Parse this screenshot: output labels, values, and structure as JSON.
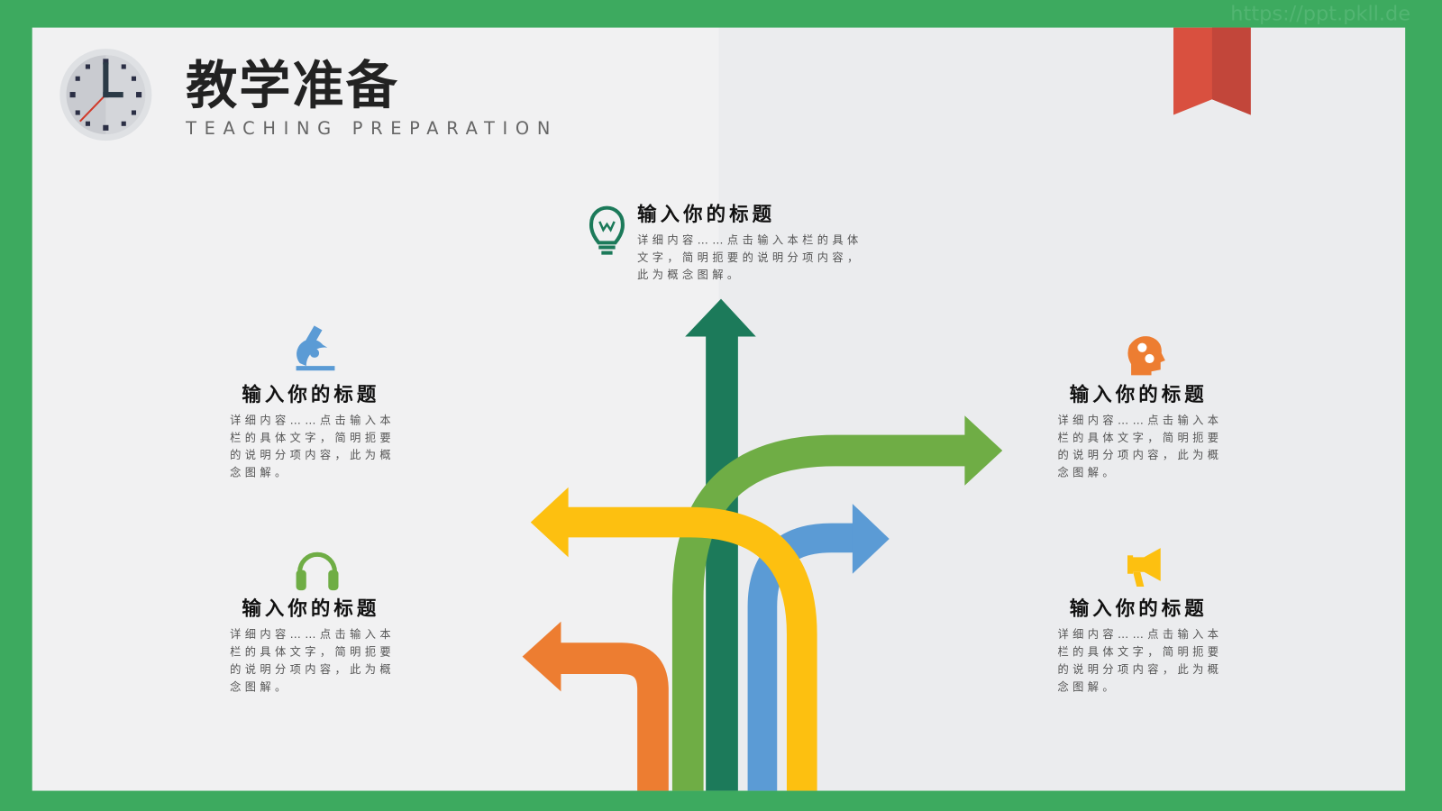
{
  "watermark": "https://ppt.pkll.de",
  "header": {
    "title": "教学准备",
    "subtitle": "TEACHING PREPARATION",
    "icon": "clock-icon"
  },
  "colors": {
    "border": "#3daa5f",
    "bookmark": "#d9503f",
    "dark_green": "#1c7a5a",
    "green": "#6fad45",
    "blue": "#5b9bd5",
    "yellow": "#fdc010",
    "orange": "#ed7d31"
  },
  "items": [
    {
      "icon": "lightbulb-icon",
      "title": "输入你的标题",
      "text": "详细内容……点击输入本栏的具体文字，简明扼要的说明分项内容，此为概念图解。"
    },
    {
      "icon": "microscope-icon",
      "title": "输入你的标题",
      "text": "详细内容……点击输入本栏的具体文字，简明扼要的说明分项内容，此为概念图解。"
    },
    {
      "icon": "headphones-icon",
      "title": "输入你的标题",
      "text": "详细内容……点击输入本栏的具体文字，简明扼要的说明分项内容，此为概念图解。"
    },
    {
      "icon": "head-gears-icon",
      "title": "输入你的标题",
      "text": "详细内容……点击输入本栏的具体文字，简明扼要的说明分项内容，此为概念图解。"
    },
    {
      "icon": "megaphone-icon",
      "title": "输入你的标题",
      "text": "详细内容……点击输入本栏的具体文字，简明扼要的说明分项内容，此为概念图解。"
    }
  ]
}
